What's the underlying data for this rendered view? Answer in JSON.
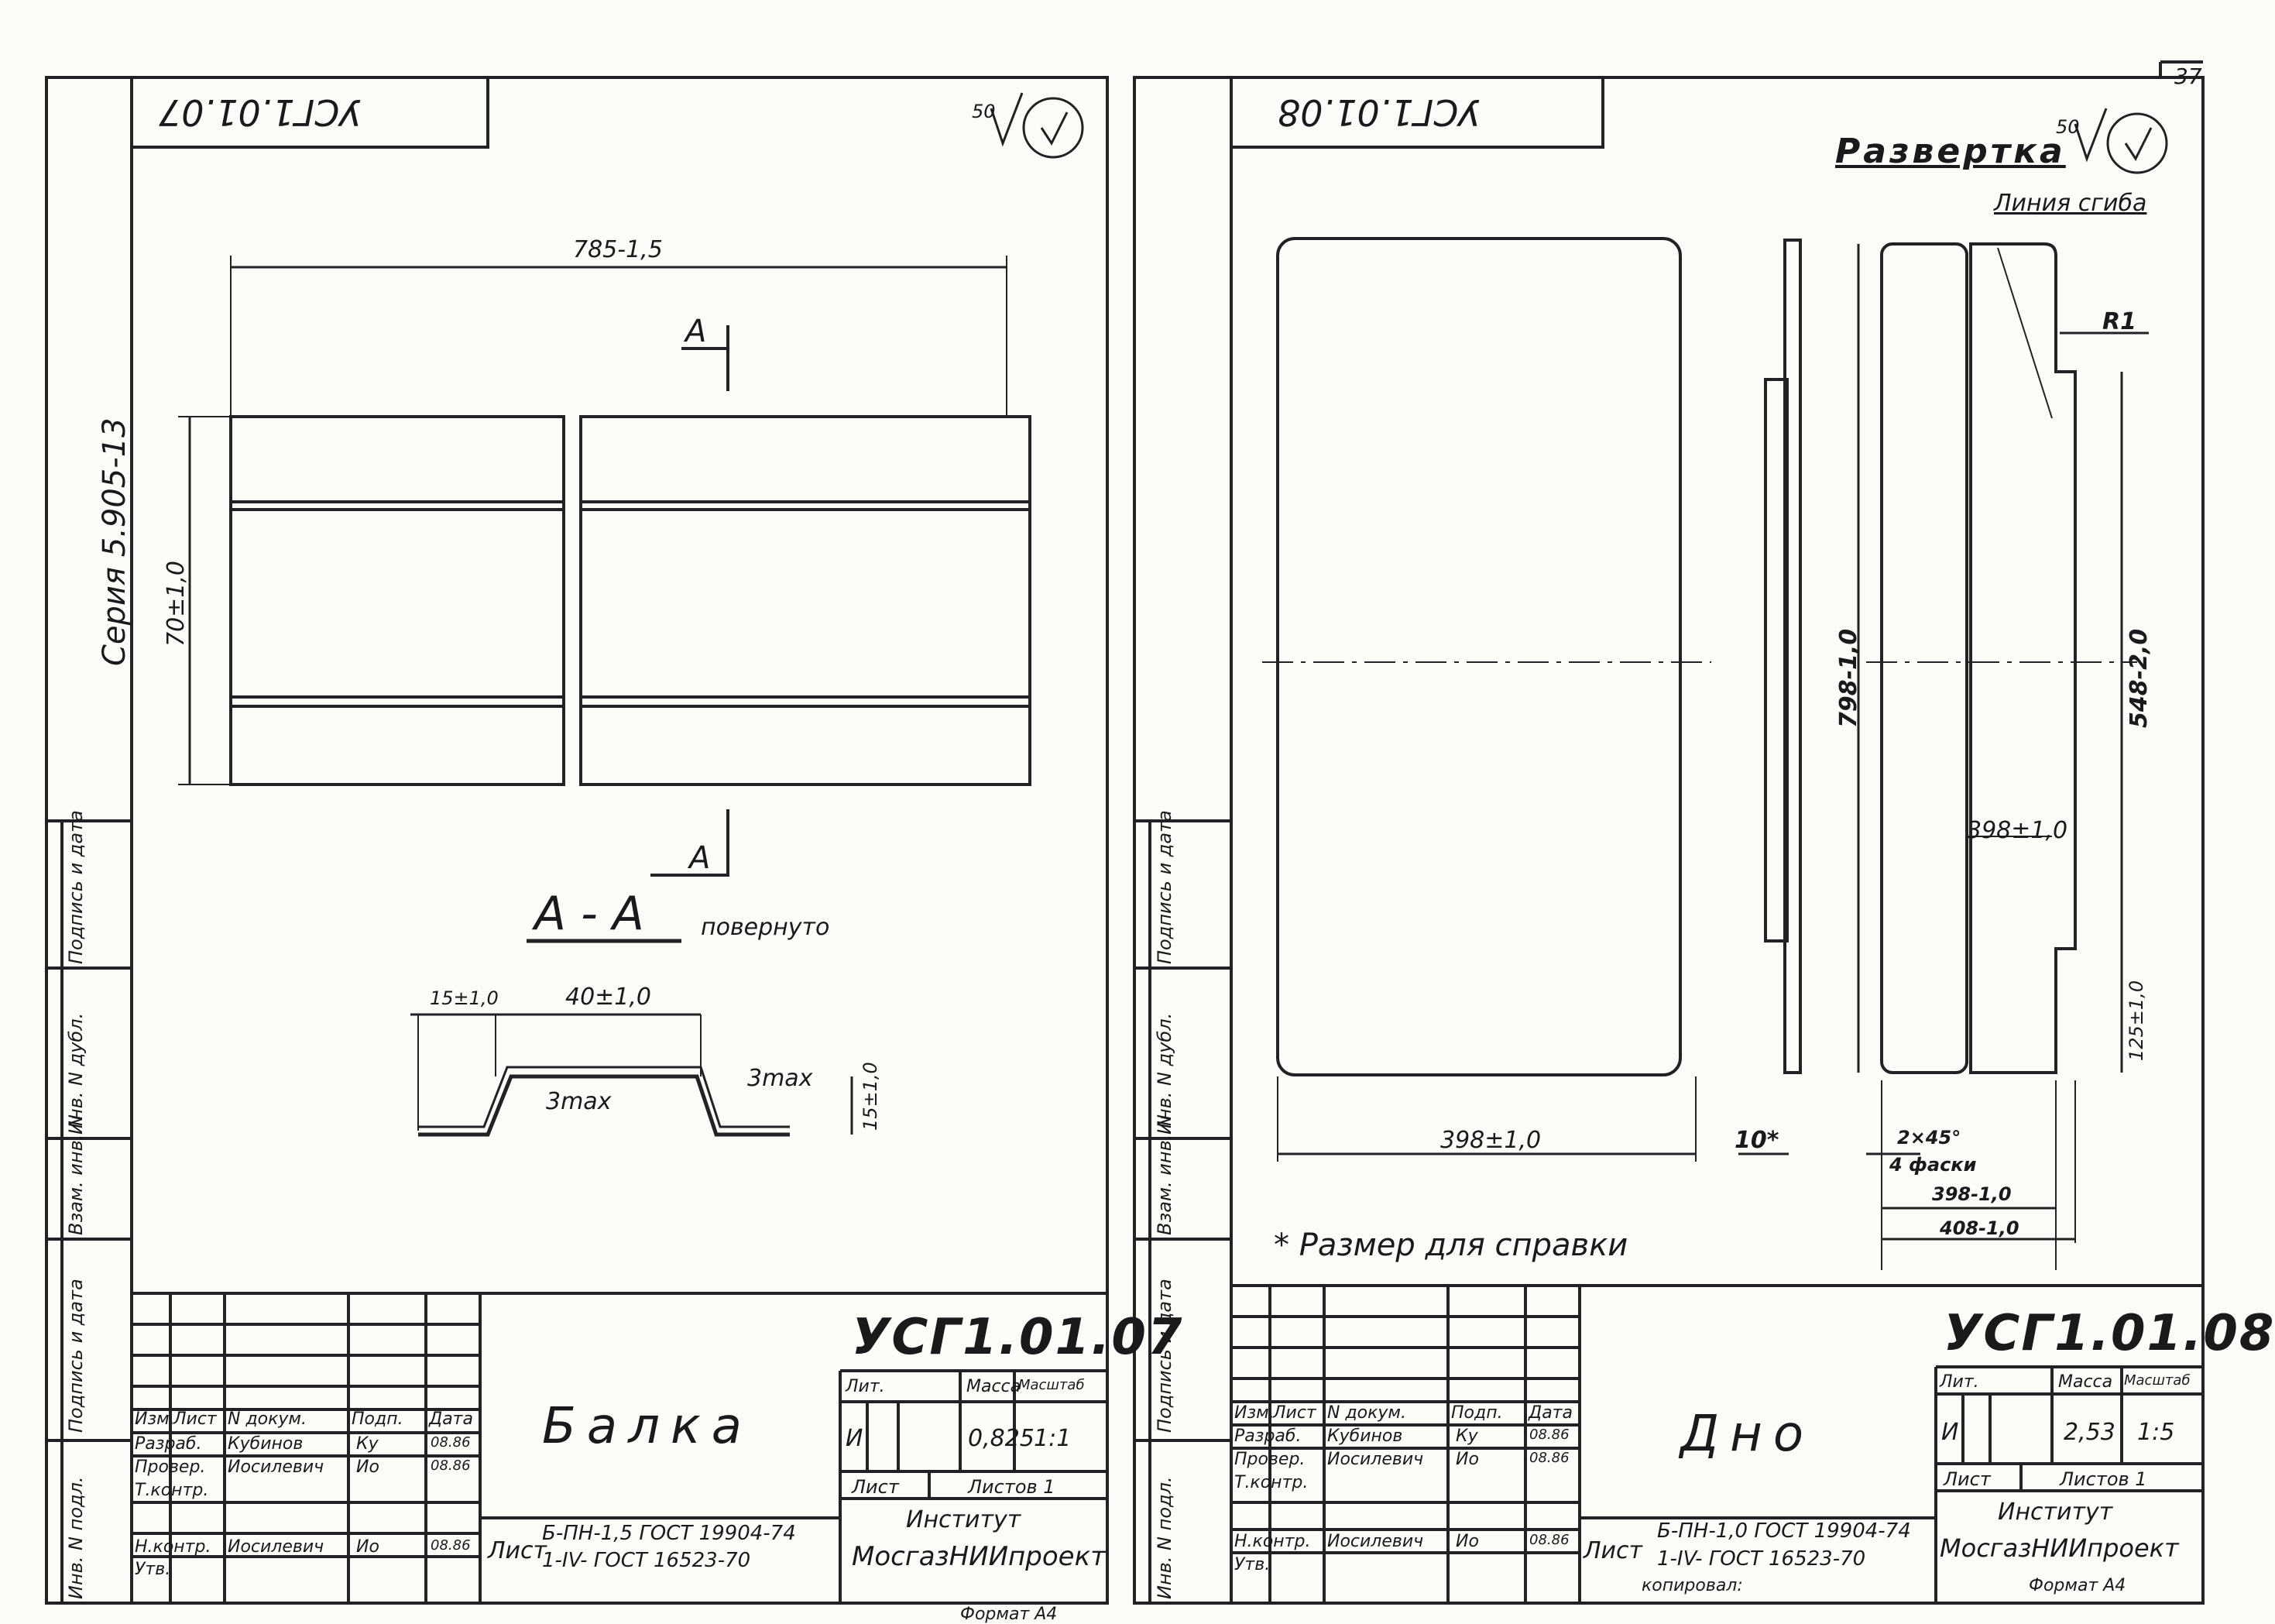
{
  "page_number": "37",
  "series_label": "Серия 5.905-13",
  "left_sheet": {
    "corner_code": "УСГ1.01.07",
    "roughness": "50",
    "dims": {
      "width": "785-1,5",
      "height": "70±1,0",
      "section_mark": "А",
      "section_title": "А - А",
      "section_note": "повернуто",
      "flange": "15±1,0",
      "web": "40±1,0",
      "radius_a": "3max",
      "radius_b": "3max",
      "depth": "15±1,0"
    },
    "title_block": {
      "doc_code": "УСГ1.01.07",
      "part_name": "Балка",
      "col_lit": "Лит.",
      "col_mass": "Масса",
      "col_scale": "Масштаб",
      "lit": "И",
      "mass": "0,825",
      "scale": "1:1",
      "sheet": "Лист",
      "sheets": "Листов 1",
      "institute_1": "Институт",
      "institute_2": "МосгазНИИпроект",
      "material_prefix": "Лист",
      "material_1": "Б-ПН-1,5 ГОСТ 19904-74",
      "material_2": "1-IV- ГОСТ 16523-70",
      "format": "Формат А4",
      "header_row": [
        "Изм.",
        "Лист",
        "N докум.",
        "Подп.",
        "Дата"
      ],
      "rows": [
        {
          "role": "Разраб.",
          "name": "Кубинов",
          "sign": "Ку",
          "date": "08.86"
        },
        {
          "role": "Провер.",
          "name": "Иосилевич",
          "sign": "Ио",
          "date": "08.86"
        },
        {
          "role": "Т.контр.",
          "name": "",
          "sign": "",
          "date": ""
        },
        {
          "role": "Н.контр.",
          "name": "Иосилевич",
          "sign": "Ио",
          "date": "08.86"
        },
        {
          "role": "Утв.",
          "name": "",
          "sign": "",
          "date": ""
        }
      ],
      "side_labels": [
        "Инв. N подл.",
        "Подпись и дата",
        "Взам. инв. N",
        "Инв. N дубл.",
        "Подпись и дата"
      ]
    }
  },
  "right_sheet": {
    "corner_code": "УСГ1.01.08",
    "roughness": "50",
    "razvertka": "Развертка",
    "bend_line": "Линия сгиба",
    "radius": "R1",
    "dims": {
      "len_main": "798-1,0",
      "len_inner": "548-2,0",
      "w_inner": "398±1,0",
      "w_bottom": "398±1,0",
      "thick": "10*",
      "end_len": "125±1,0",
      "chamfer": "2×45°",
      "chamfer_note": "4 фаски",
      "w_398": "398-1,0",
      "w_408": "408-1,0"
    },
    "footnote": "* Размер для справки",
    "title_block": {
      "doc_code": "УСГ1.01.08",
      "part_name": "Дно",
      "col_lit": "Лит.",
      "col_mass": "Масса",
      "col_scale": "Масштаб",
      "lit": "И",
      "mass": "2,53",
      "scale": "1:5",
      "sheet": "Лист",
      "sheets": "Листов 1",
      "institute_1": "Институт",
      "institute_2": "МосгазНИИпроект",
      "material_prefix": "Лист",
      "material_1": "Б-ПН-1,0 ГОСТ 19904-74",
      "material_2": "1-IV- ГОСТ 16523-70",
      "copied": "копировал:",
      "format": "Формат А4",
      "header_row": [
        "Изм.",
        "Лист",
        "N докум.",
        "Подп.",
        "Дата"
      ],
      "rows": [
        {
          "role": "Разраб.",
          "name": "Кубинов",
          "sign": "Ку",
          "date": "08.86"
        },
        {
          "role": "Провер.",
          "name": "Иосилевич",
          "sign": "Ио",
          "date": "08.86"
        },
        {
          "role": "Т.контр.",
          "name": "",
          "sign": "",
          "date": ""
        },
        {
          "role": "Н.контр.",
          "name": "Иосилевич",
          "sign": "Ио",
          "date": "08.86"
        },
        {
          "role": "Утв.",
          "name": "",
          "sign": "",
          "date": ""
        }
      ],
      "side_labels": [
        "Инв. N подл.",
        "Подпись и дата",
        "Взам. инв. N",
        "Инв. N дубл.",
        "Подпись и дата"
      ]
    }
  }
}
